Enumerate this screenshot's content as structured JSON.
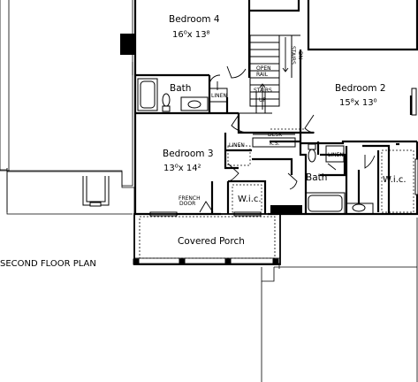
{
  "plan_title": "SECOND FLOOR PLAN",
  "rooms": {
    "bedroom4": {
      "name": "Bedroom 4",
      "dims": "16⁰x 13⁸"
    },
    "bedroom2": {
      "name": "Bedroom 2",
      "dims": "15⁸x 13⁰"
    },
    "bedroom3": {
      "name": "Bedroom 3",
      "dims": "13⁰x 14²"
    },
    "bath1": {
      "name": "Bath"
    },
    "bath2": {
      "name": "Bath"
    },
    "wic1": {
      "name": "W.i.c."
    },
    "wic2": {
      "name": "W.i.c."
    },
    "porch": {
      "name": "Covered Porch"
    }
  },
  "labels": {
    "linen1": "LINEN",
    "linen2": "LINEN",
    "linen3": "LINEN",
    "stairs_up": "STAIRS",
    "up": "UP",
    "stairs_dn": "STAIRS",
    "dn": "DN",
    "open_rail_1": "OPEN",
    "open_rail_2": "RAIL",
    "desk": "DESK",
    "ks": "K.S.",
    "french_door_1": "FRENCH",
    "french_door_2": "DOOR"
  }
}
